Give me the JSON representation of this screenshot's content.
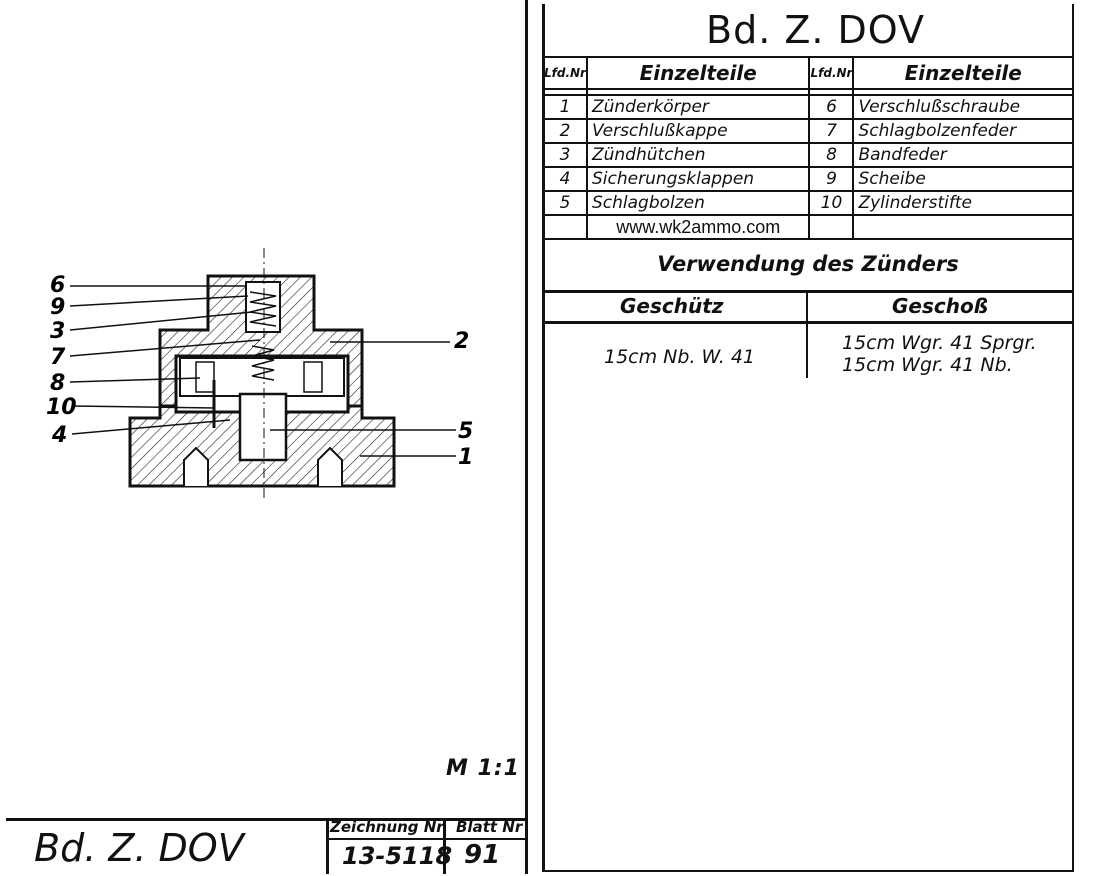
{
  "sheet": {
    "title": "Bd. Z. DOV",
    "scale": "M 1:1"
  },
  "drawing": {
    "callouts": [
      "6",
      "9",
      "3",
      "7",
      "8",
      "10",
      "4",
      "2",
      "5",
      "1"
    ]
  },
  "title_block": {
    "name": "Bd. Z. DOV",
    "zeichnung_label": "Zeichnung Nr",
    "zeichnung_value": "13-5118",
    "blatt_label": "Blatt Nr",
    "blatt_value": "91"
  },
  "parts_table": {
    "headers": {
      "nr": "Lfd.Nr",
      "name": "Einzelteile"
    },
    "rows": [
      {
        "nr_a": "1",
        "name_a": "Zünderkörper",
        "nr_b": "6",
        "name_b": "Verschlußschraube"
      },
      {
        "nr_a": "2",
        "name_a": "Verschlußkappe",
        "nr_b": "7",
        "name_b": "Schlagbolzenfeder"
      },
      {
        "nr_a": "3",
        "name_a": "Zündhütchen",
        "nr_b": "8",
        "name_b": "Bandfeder"
      },
      {
        "nr_a": "4",
        "name_a": "Sicherungsklappen",
        "nr_b": "9",
        "name_b": "Scheibe"
      },
      {
        "nr_a": "5",
        "name_a": "Schlagbolzen",
        "nr_b": "10",
        "name_b": "Zylinderstifte"
      }
    ],
    "watermark": "www.wk2ammo.com"
  },
  "usage": {
    "heading": "Verwendung des Zünders",
    "col_gun": "Geschütz",
    "col_projectile": "Geschoß",
    "gun": "15cm Nb. W. 41",
    "projectiles": [
      "15cm Wgr. 41 Sprgr.",
      "15cm Wgr. 41 Nb."
    ]
  }
}
